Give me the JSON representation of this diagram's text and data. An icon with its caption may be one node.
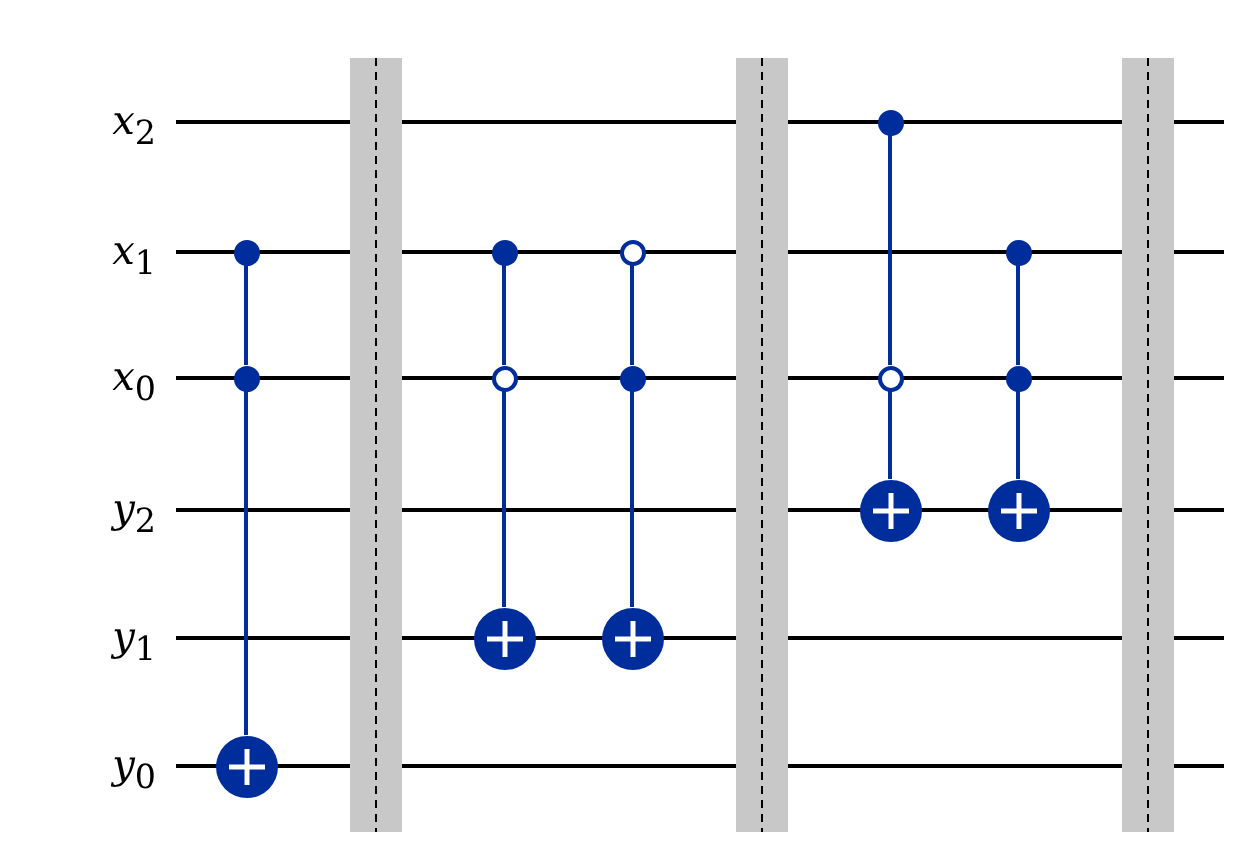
{
  "diagram": {
    "nodes": [
      {
        "text": [],
        "shape": "dot"
      },
      {
        "text": [],
        "shape": "dot"
      },
      {
        "text": [],
        "shape": "target"
      },
      {
        "text": [],
        "shape": "dot"
      },
      {
        "text": [],
        "shape": "ring"
      },
      {
        "text": [],
        "shape": "target"
      },
      {
        "text": [],
        "shape": "ring"
      },
      {
        "text": [],
        "shape": "dot"
      },
      {
        "text": [],
        "shape": "target"
      },
      {
        "text": [],
        "shape": "dot"
      },
      {
        "text": [],
        "shape": "ring"
      },
      {
        "text": [],
        "shape": "target"
      },
      {
        "text": [],
        "shape": "dot"
      },
      {
        "text": [],
        "shape": "dot"
      },
      {
        "text": [],
        "shape": "target"
      }
    ],
    "edges": [
      {
        "from": 0,
        "to": 1,
        "arrow": "none"
      },
      {
        "from": 1,
        "to": 2,
        "arrow": "none"
      },
      {
        "from": 3,
        "to": 4,
        "arrow": "none"
      },
      {
        "from": 4,
        "to": 5,
        "arrow": "none"
      },
      {
        "from": 6,
        "to": 7,
        "arrow": "none"
      },
      {
        "from": 7,
        "to": 8,
        "arrow": "none"
      },
      {
        "from": 9,
        "to": 10,
        "arrow": "none"
      },
      {
        "from": 10,
        "to": 11,
        "arrow": "none"
      },
      {
        "from": 12,
        "to": 13,
        "arrow": "none"
      },
      {
        "from": 13,
        "to": 14,
        "arrow": "none"
      }
    ],
    "labels": [
      "*x*$_{2}$",
      "*x*$_{1}$",
      "*x*$_{0}$",
      "*y*$_{2}$",
      "*y*$_{1}$",
      "*y*$_{0}$"
    ]
  }
}
